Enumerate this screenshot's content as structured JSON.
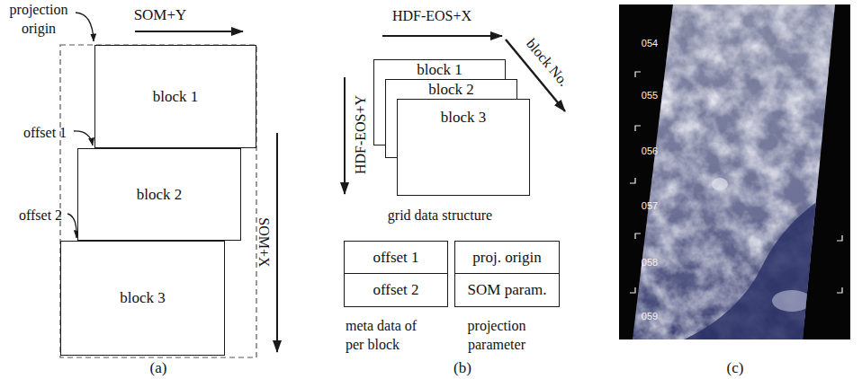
{
  "diagram": {
    "nodes": [
      {
        "text": [
          "block 1"
        ]
      },
      {
        "text": [
          "block 2"
        ]
      },
      {
        "text": [
          "block 3"
        ]
      },
      {
        "text": [
          "block 1"
        ]
      },
      {
        "text": [
          "block 2"
        ]
      },
      {
        "text": [
          "block 3"
        ]
      },
      {
        "text": [
          "offset 1"
        ]
      },
      {
        "text": [
          "offset 2"
        ]
      },
      {
        "text": [
          "proj. origin"
        ]
      },
      {
        "text": [
          "SOM param."
        ]
      }
    ],
    "labels": [
      "projection origin",
      "SOM+Y",
      "offset 1",
      "offset 2",
      "SOM+X",
      "(a)",
      "HDF-EOS+X",
      "block No.",
      "HDF-EOS+Y",
      "grid data structure",
      "meta data of per block",
      "projection parameter",
      "(b)",
      "054",
      "055",
      "056",
      "057",
      "058",
      "059",
      "(c)"
    ]
  }
}
